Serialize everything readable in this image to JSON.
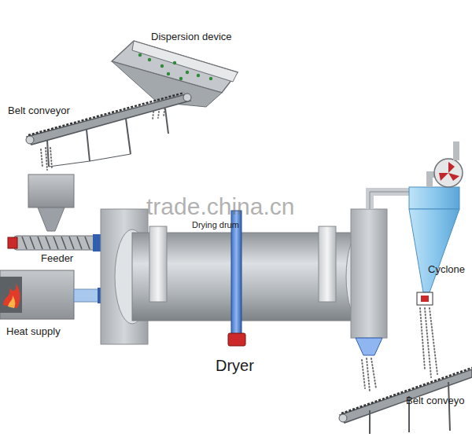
{
  "diagram": {
    "labels": [
      "Dispersion device",
      "Belt conveyor",
      "trade.china.cn",
      "Drying drum",
      "Feeder",
      "Cyclone",
      "Heat supply",
      "Dryer",
      "Belt conveyo"
    ]
  }
}
